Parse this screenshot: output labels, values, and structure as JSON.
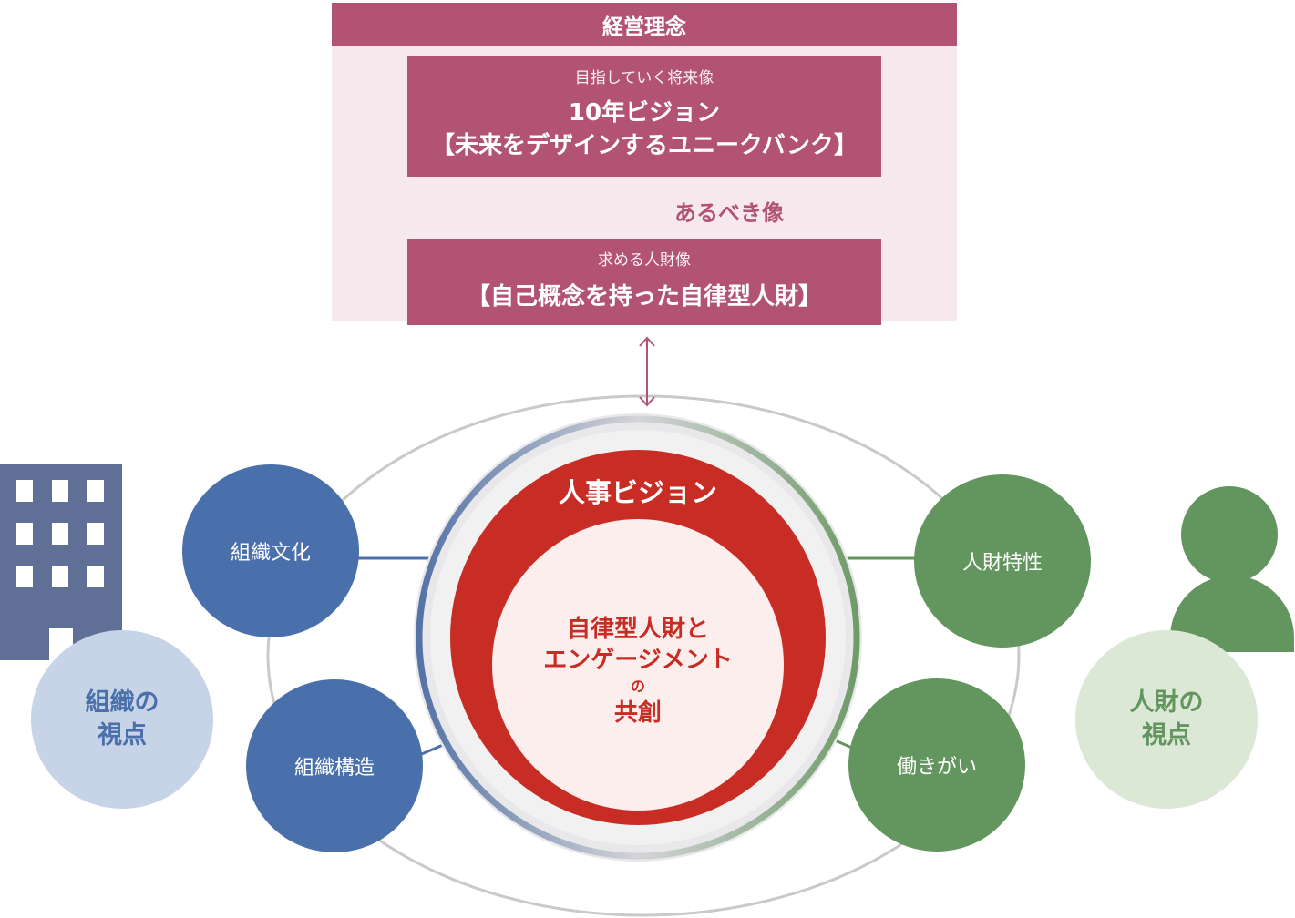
{
  "philosophy": {
    "header": "経営理念",
    "vision_sub": "目指していく将来像",
    "vision_line1": "10年ビジョン",
    "vision_line2": "【未来をデザインするユニークバンク】",
    "ideal_label": "あるべき像",
    "talent_sub": "求める人財像",
    "talent_main": "【自己概念を持った自律型人財】"
  },
  "hr_vision": {
    "title": "人事ビジョン",
    "inner_line1": "自律型人財と",
    "inner_line2": "エンゲージメント",
    "inner_line3": "の",
    "inner_line4": "共創"
  },
  "organization": {
    "culture": "組織文化",
    "structure": "組織構造",
    "view_line1": "組織の",
    "view_line2": "視点"
  },
  "talent": {
    "traits": "人財特性",
    "fulfillment": "働きがい",
    "view_line1": "人財の",
    "view_line2": "視点"
  },
  "colors": {
    "magenta": "#b35373",
    "pink_panel": "#f6e8ed",
    "blue": "#4a70ab",
    "light_blue": "#c7d4e7",
    "green": "#63965e",
    "light_green": "#dbe8d6",
    "red": "#c72d24",
    "building": "#5f6f95"
  }
}
